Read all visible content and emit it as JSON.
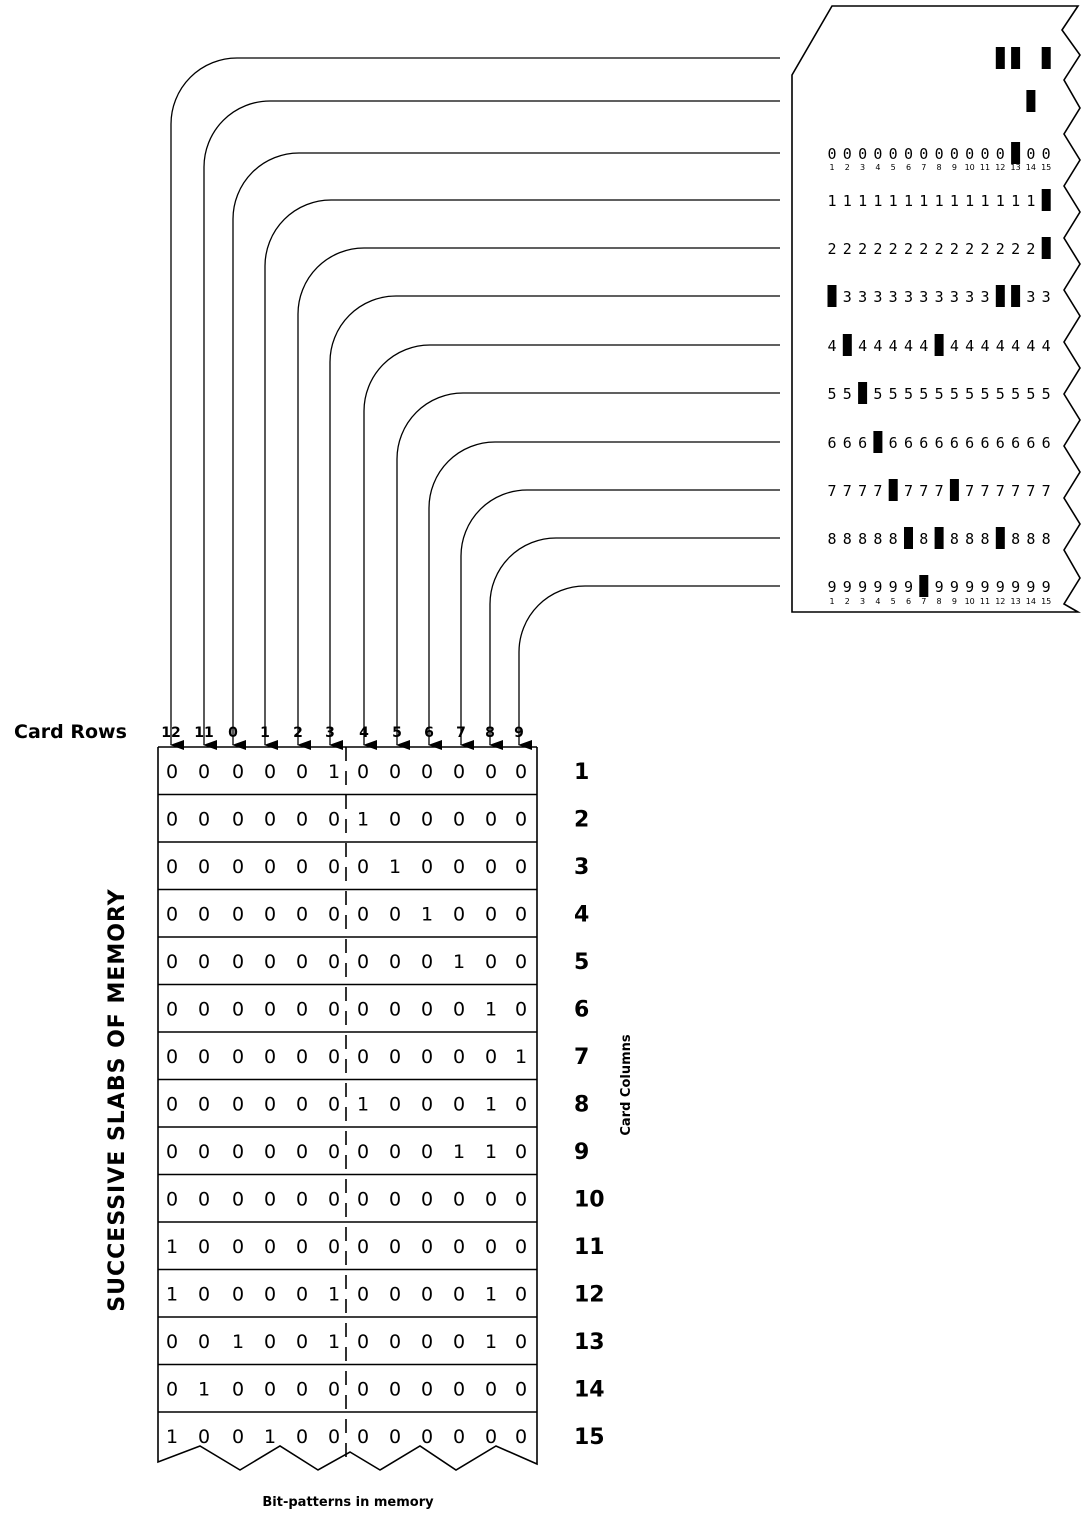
{
  "labels": {
    "card_rows": "Card Rows",
    "card_columns": "Card Columns",
    "memory_title": "SUCCESSIVE SLABS OF MEMORY",
    "caption": "Bit-patterns in memory"
  },
  "card_rows": [
    "12",
    "11",
    "0",
    "1",
    "2",
    "3",
    "4",
    "5",
    "6",
    "7",
    "8",
    "9"
  ],
  "card": {
    "zone_punches": [
      {
        "row": "12",
        "punched_columns": [
          12,
          13,
          15
        ]
      },
      {
        "row": "11",
        "punched_columns": [
          14
        ]
      }
    ],
    "digit_rows": [
      {
        "digit": "0",
        "punched_columns": [
          13
        ]
      },
      {
        "digit": "1",
        "punched_columns": [
          15
        ]
      },
      {
        "digit": "2",
        "punched_columns": [
          15
        ]
      },
      {
        "digit": "3",
        "punched_columns": [
          1,
          12,
          13
        ]
      },
      {
        "digit": "4",
        "punched_columns": [
          2,
          8
        ]
      },
      {
        "digit": "5",
        "punched_columns": [
          3
        ]
      },
      {
        "digit": "6",
        "punched_columns": [
          4
        ]
      },
      {
        "digit": "7",
        "punched_columns": [
          5,
          9
        ]
      },
      {
        "digit": "8",
        "punched_columns": [
          6,
          8,
          12
        ]
      },
      {
        "digit": "9",
        "punched_columns": [
          7
        ]
      }
    ],
    "column_numbers": [
      "1",
      "2",
      "3",
      "4",
      "5",
      "6",
      "7",
      "8",
      "9",
      "10",
      "11",
      "12",
      "13",
      "14",
      "15"
    ]
  },
  "memory_slabs": [
    {
      "column": "1",
      "bits": [
        "0",
        "0",
        "0",
        "0",
        "0",
        "1",
        "0",
        "0",
        "0",
        "0",
        "0",
        "0"
      ]
    },
    {
      "column": "2",
      "bits": [
        "0",
        "0",
        "0",
        "0",
        "0",
        "0",
        "1",
        "0",
        "0",
        "0",
        "0",
        "0"
      ]
    },
    {
      "column": "3",
      "bits": [
        "0",
        "0",
        "0",
        "0",
        "0",
        "0",
        "0",
        "1",
        "0",
        "0",
        "0",
        "0"
      ]
    },
    {
      "column": "4",
      "bits": [
        "0",
        "0",
        "0",
        "0",
        "0",
        "0",
        "0",
        "0",
        "1",
        "0",
        "0",
        "0"
      ]
    },
    {
      "column": "5",
      "bits": [
        "0",
        "0",
        "0",
        "0",
        "0",
        "0",
        "0",
        "0",
        "0",
        "1",
        "0",
        "0"
      ]
    },
    {
      "column": "6",
      "bits": [
        "0",
        "0",
        "0",
        "0",
        "0",
        "0",
        "0",
        "0",
        "0",
        "0",
        "1",
        "0"
      ]
    },
    {
      "column": "7",
      "bits": [
        "0",
        "0",
        "0",
        "0",
        "0",
        "0",
        "0",
        "0",
        "0",
        "0",
        "0",
        "1"
      ]
    },
    {
      "column": "8",
      "bits": [
        "0",
        "0",
        "0",
        "0",
        "0",
        "0",
        "1",
        "0",
        "0",
        "0",
        "1",
        "0"
      ]
    },
    {
      "column": "9",
      "bits": [
        "0",
        "0",
        "0",
        "0",
        "0",
        "0",
        "0",
        "0",
        "0",
        "1",
        "1",
        "0"
      ]
    },
    {
      "column": "10",
      "bits": [
        "0",
        "0",
        "0",
        "0",
        "0",
        "0",
        "0",
        "0",
        "0",
        "0",
        "0",
        "0"
      ]
    },
    {
      "column": "11",
      "bits": [
        "1",
        "0",
        "0",
        "0",
        "0",
        "0",
        "0",
        "0",
        "0",
        "0",
        "0",
        "0"
      ]
    },
    {
      "column": "12",
      "bits": [
        "1",
        "0",
        "0",
        "0",
        "0",
        "1",
        "0",
        "0",
        "0",
        "0",
        "1",
        "0"
      ]
    },
    {
      "column": "13",
      "bits": [
        "0",
        "0",
        "1",
        "0",
        "0",
        "1",
        "0",
        "0",
        "0",
        "0",
        "1",
        "0"
      ]
    },
    {
      "column": "14",
      "bits": [
        "0",
        "1",
        "0",
        "0",
        "0",
        "0",
        "0",
        "0",
        "0",
        "0",
        "0",
        "0"
      ]
    },
    {
      "column": "15",
      "bits": [
        "1",
        "0",
        "0",
        "1",
        "0",
        "0",
        "0",
        "0",
        "0",
        "0",
        "0",
        "0"
      ]
    }
  ]
}
